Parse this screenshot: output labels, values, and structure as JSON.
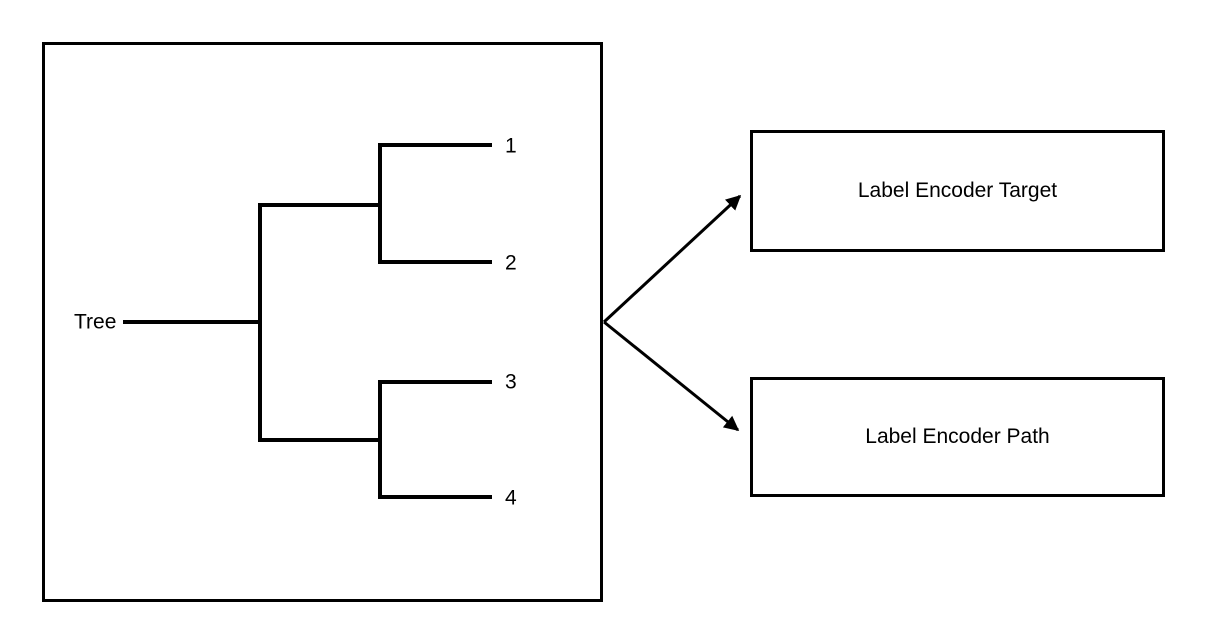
{
  "tree": {
    "root_label": "Tree",
    "leaves": [
      "1",
      "2",
      "3",
      "4"
    ]
  },
  "outputs": [
    {
      "label": "Label Encoder Target"
    },
    {
      "label": "Label Encoder Path"
    }
  ],
  "colors": {
    "line": "#000000",
    "background": "#ffffff"
  }
}
